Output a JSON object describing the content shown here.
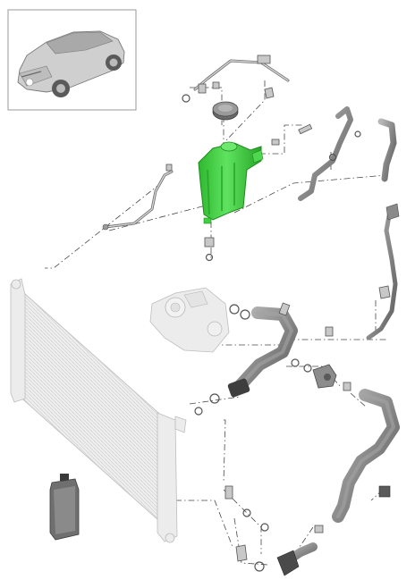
{
  "diagram": {
    "highlight_color": "#3fcf3f",
    "part_color": "#9c9c9c",
    "ghost_color": "#e6e6e6",
    "leader_line_color": "#4a4a4a",
    "highlighted_part": "coolant-expansion-tank",
    "parts": [
      "vehicle-thumbnail",
      "expansion-tank-cap",
      "coolant-expansion-tank",
      "radiator",
      "water-pump",
      "coolant-bottle",
      "upper-coolant-hose",
      "lower-coolant-hose",
      "right-coolant-pipe",
      "vent-line",
      "bleeder-line",
      "thermostat-housing"
    ]
  }
}
